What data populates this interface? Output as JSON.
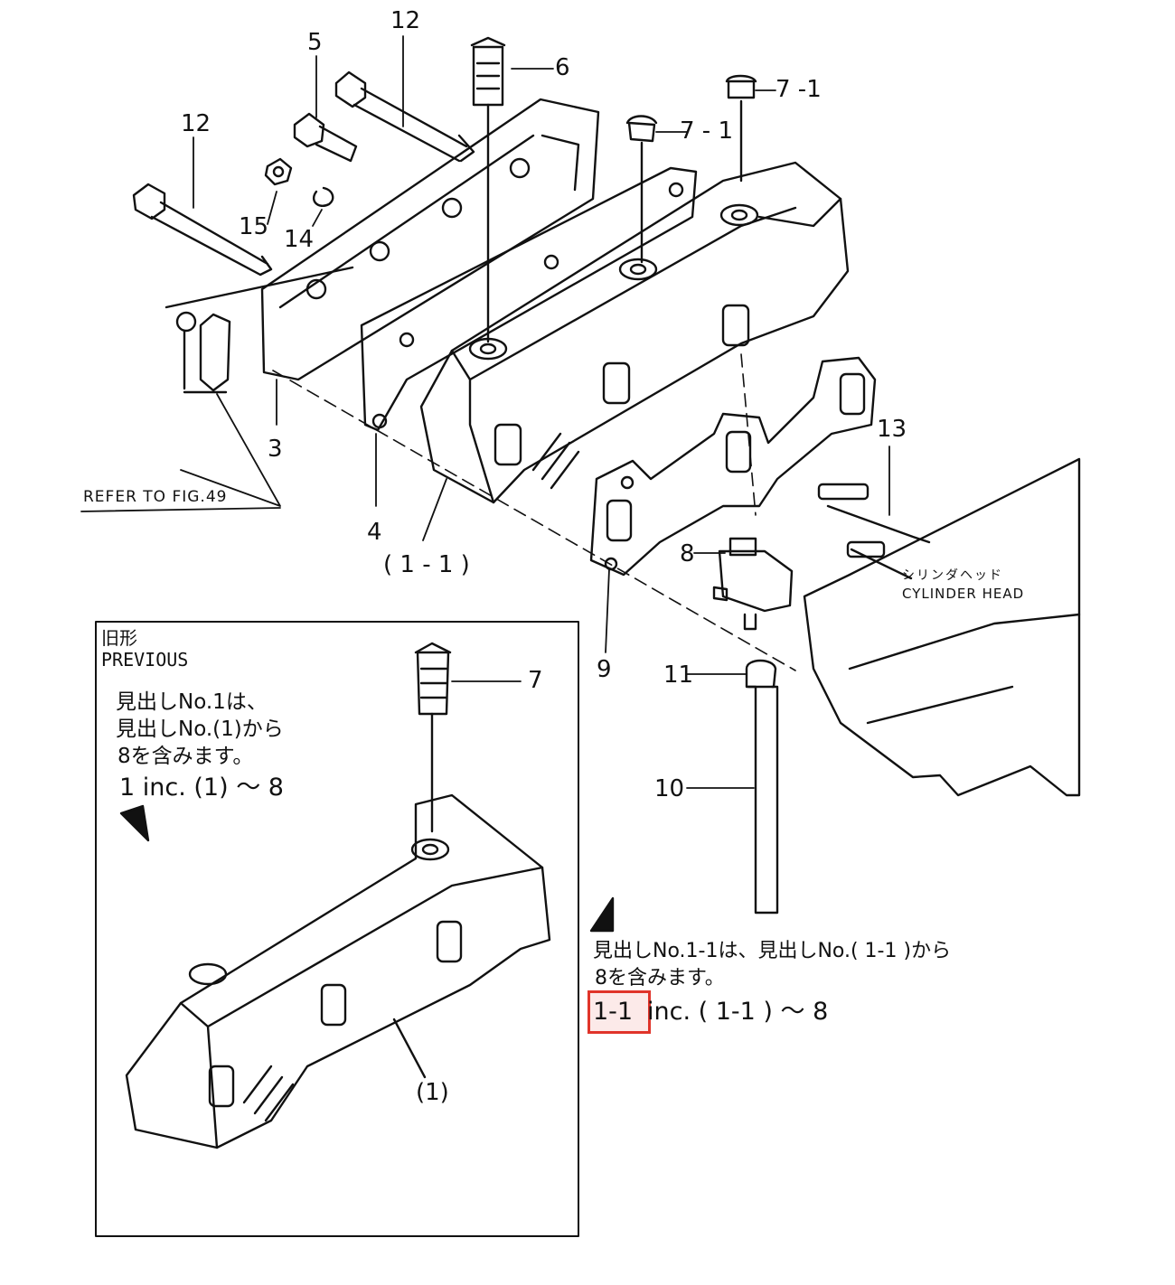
{
  "callouts": {
    "c12a": "12",
    "c12b": "12",
    "c5": "5",
    "c6": "6",
    "c7_1a": "7 -1",
    "c7_1b": "7 - 1",
    "c15": "15",
    "c14": "14",
    "c3": "3",
    "c4": "4",
    "c1_1": "( 1 - 1 )",
    "c13": "13",
    "c8": "8",
    "c9": "9",
    "c11": "11",
    "c10": "10",
    "c7": "7",
    "c1": "(1)"
  },
  "refer_note": "REFER TO FIG.49",
  "cylinder_head": {
    "jp": "シリンダヘッド",
    "en": "CYLINDER HEAD"
  },
  "previous_box": {
    "title_jp": "旧形",
    "title_en": "PREVIOUS",
    "note_line1": "見出しNo.1は、",
    "note_line2": "見出しNo.(1)から",
    "note_line3": "8を含みます。",
    "inc": "1 inc. (1) ～ 8"
  },
  "current_note": {
    "line1": "見出しNo.1-1は、見出しNo.( 1-1 )から",
    "line2": "8を含みます。",
    "inc_id": "1-1",
    "inc_rest": "inc. ( 1-1 ) ～ 8"
  },
  "colors": {
    "ink": "#111111",
    "highlight": "#e0342a"
  }
}
